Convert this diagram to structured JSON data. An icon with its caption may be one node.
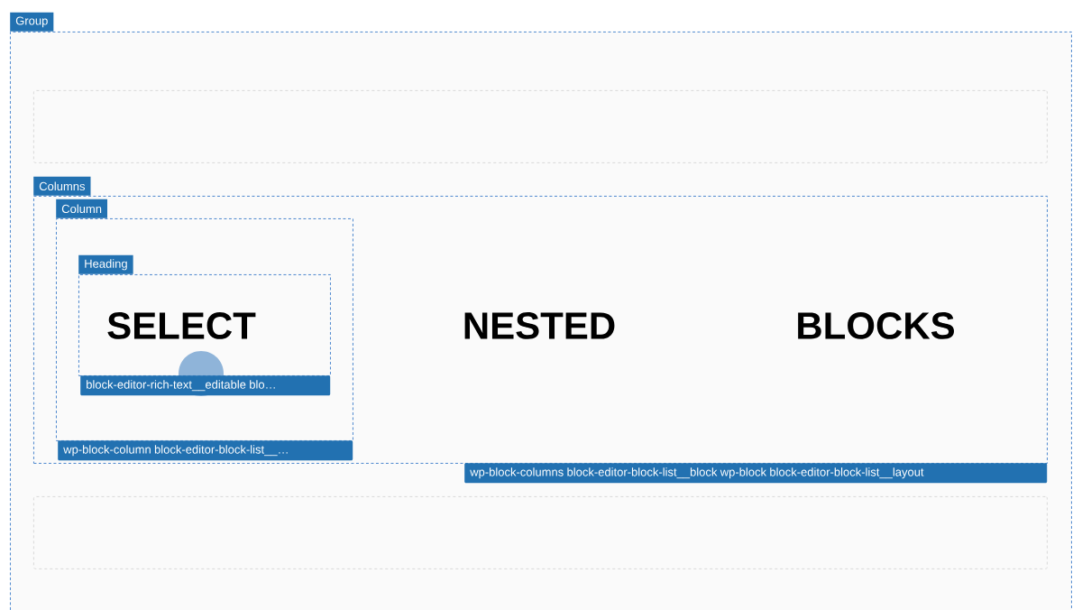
{
  "diagram": {
    "nodes": [
      {
        "text": [
          "Group"
        ]
      },
      {
        "text": [],
        "shape": "box",
        "in": 0
      },
      {
        "text": [
          "Columns",
          "wp-block-columns block-editor-block-list__block wp-block block-editor-block-list__layout"
        ],
        "in": 0
      },
      {
        "text": [
          "Column",
          "wp-block-column block-editor-block-list__…"
        ],
        "in": 2
      },
      {
        "text": [
          "Heading",
          "SELECT",
          "block-editor-rich-text__editable blo…"
        ],
        "in": 3
      },
      {
        "text": [],
        "shape": "box",
        "in": 0
      }
    ],
    "labels": [
      "NESTED",
      "BLOCKS"
    ]
  }
}
